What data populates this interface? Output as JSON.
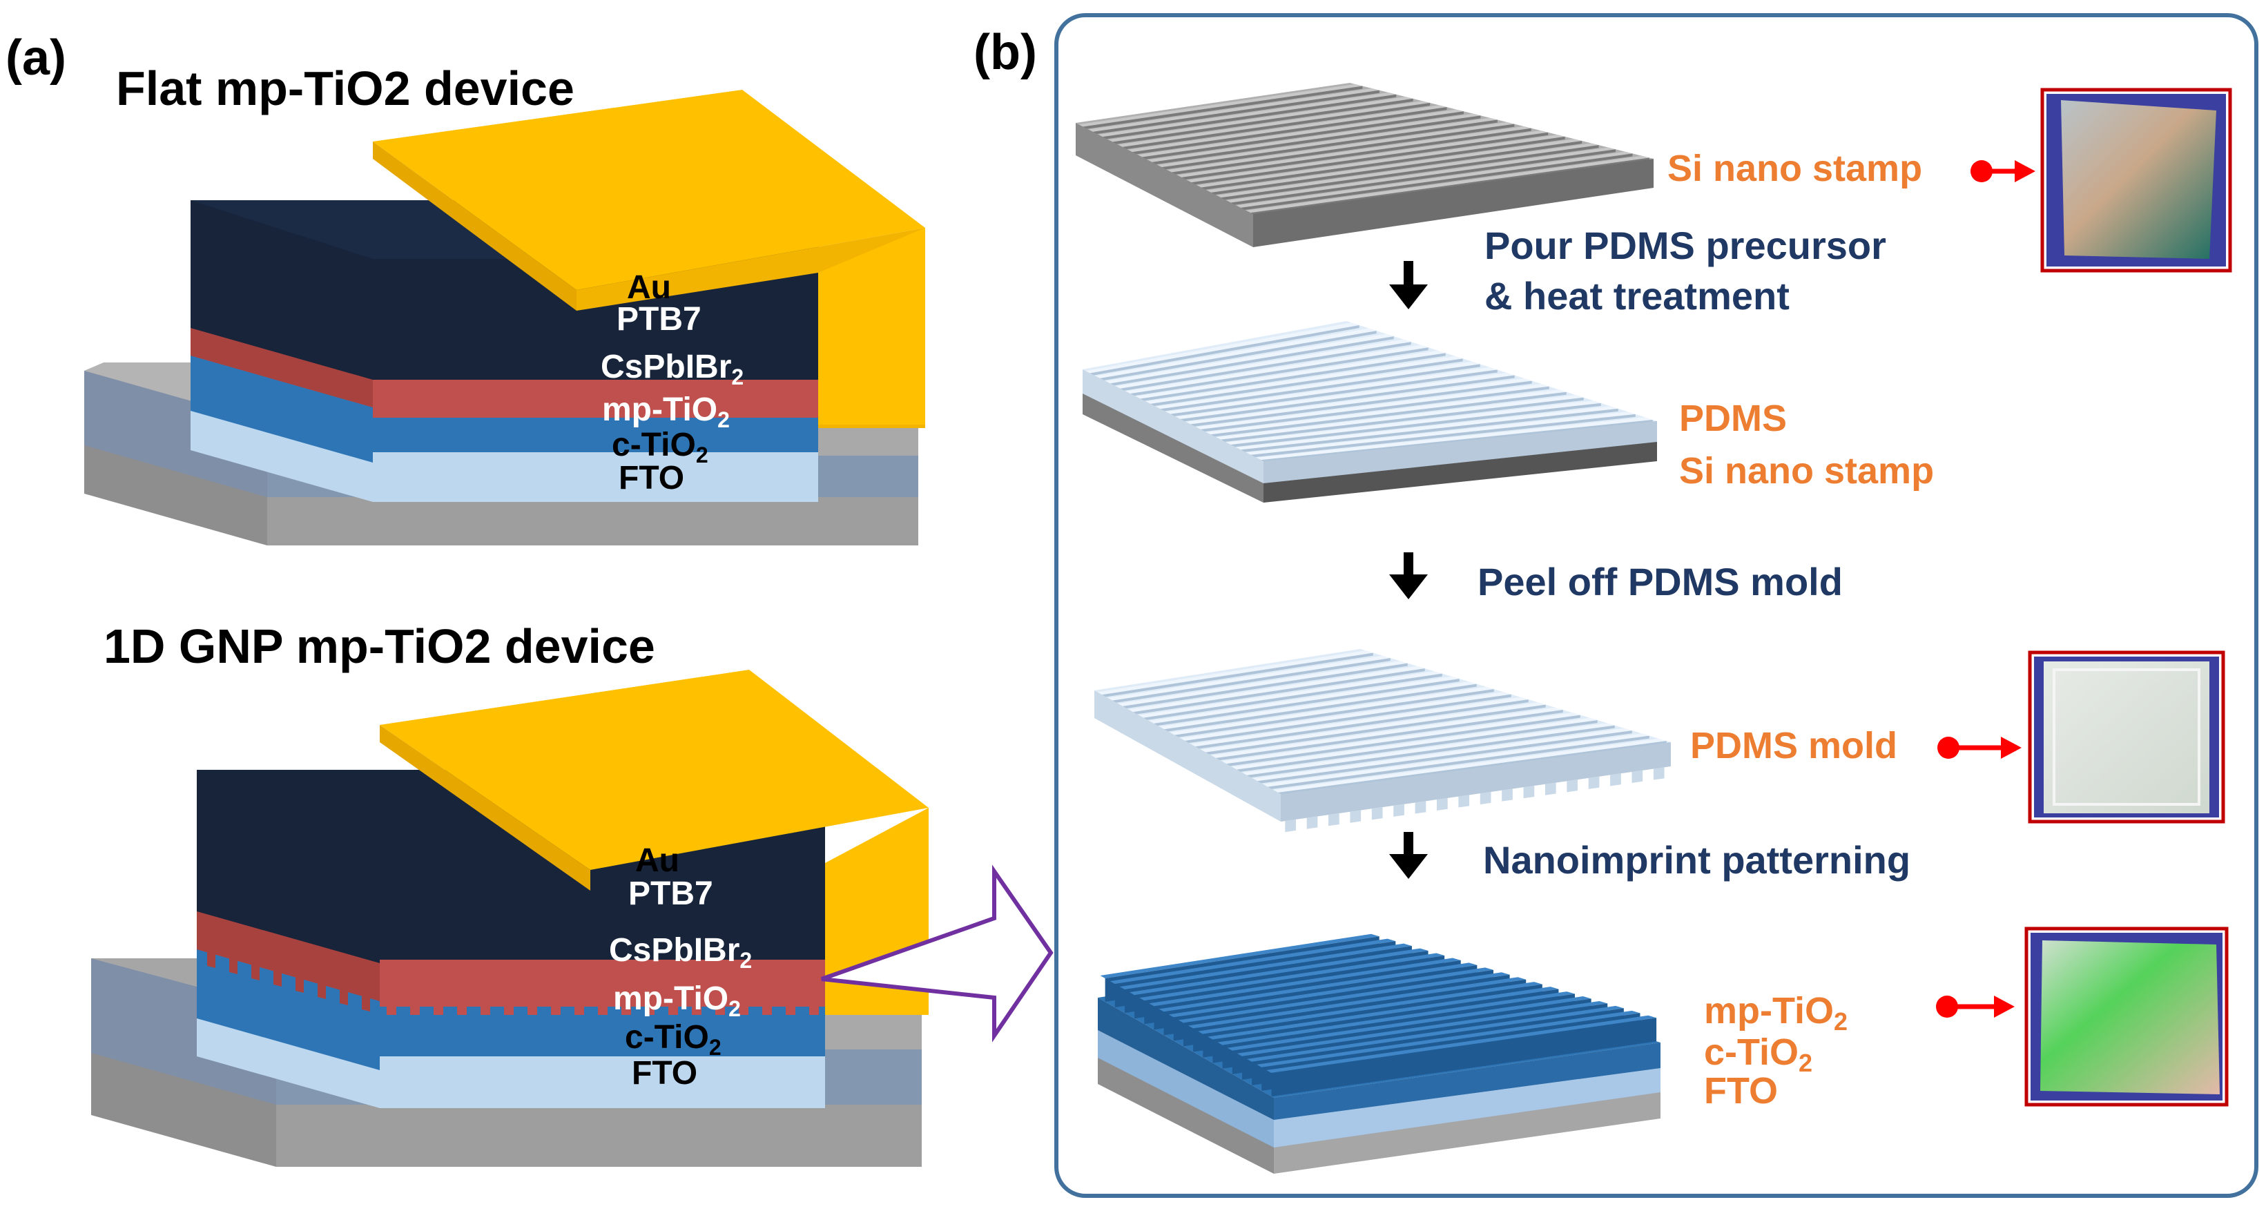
{
  "panel_a": {
    "label": "(a)",
    "flat_device": {
      "title": "Flat mp-TiO2 device",
      "layers": {
        "au": "Au",
        "ptb7": "PTB7",
        "cspbibr": "CsPbIBr",
        "cspbibr_sub": "2",
        "mp_tio": "mp-TiO",
        "mp_tio_sub": "2",
        "c_tio": "c-TiO",
        "c_tio_sub": "2",
        "fto": "FTO"
      }
    },
    "gnp_device": {
      "title": "1D GNP mp-TiO2 device",
      "layers": {
        "au": "Au",
        "ptb7": "PTB7",
        "cspbibr": "CsPbIBr",
        "cspbibr_sub": "2",
        "mp_tio": "mp-TiO",
        "mp_tio_sub": "2",
        "c_tio": "c-TiO",
        "c_tio_sub": "2",
        "fto": "FTO"
      }
    }
  },
  "panel_b": {
    "label": "(b)",
    "steps": {
      "step1_label": "Si nano stamp",
      "arrow1_text_line1": "Pour PDMS precursor",
      "arrow1_text_line2": "& heat treatment",
      "step2_label_line1": "PDMS",
      "step2_label_line2": "Si nano stamp",
      "arrow2_text": "Peel off PDMS mold",
      "step3_label": "PDMS mold",
      "arrow3_text": "Nanoimprint patterning",
      "step4_label_line1": "mp-TiO",
      "step4_label_line1_sub": "2",
      "step4_label_line2": "c-TiO",
      "step4_label_line2_sub": "2",
      "step4_label_line3": "FTO"
    }
  },
  "colors": {
    "au": "#FFC000",
    "ptb7": "#17243A",
    "perovskite": "#C0504D",
    "mp_tio2": "#2E75B6",
    "c_tio2": "#BDD7EE",
    "fto": "#8497B0",
    "glass": "#A6A6A6",
    "si_stamp": "#A0A0A0",
    "pdms": "#DDEBF7",
    "navy_text": "#1F3864",
    "orange_text": "#ED7D31",
    "red_arrow": "#FF0000",
    "panel_border": "#41719C",
    "purple_arrow": "#7030A0"
  }
}
